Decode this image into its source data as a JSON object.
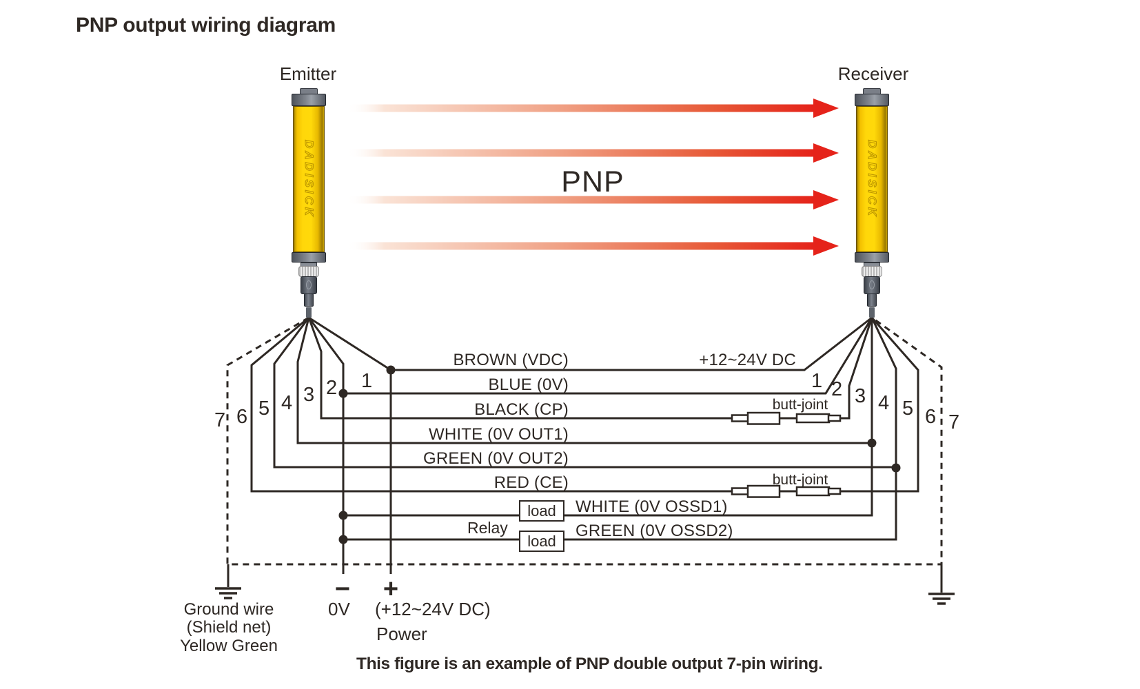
{
  "title": "PNP output wiring diagram",
  "emitter": {
    "label": "Emitter",
    "brand": "DADISICK"
  },
  "receiver": {
    "label": "Receiver",
    "brand": "DADISICK"
  },
  "beam_label": "PNP",
  "colors": {
    "beam_red": "#e5231a",
    "device_yellow": "#ffd70a",
    "line": "#2e2824"
  },
  "supply_label": "+12~24V DC",
  "wire_labels": {
    "brown": "BROWN (VDC)",
    "blue": "BLUE (0V)",
    "black": "BLACK (CP)",
    "white_out1": "WHITE (0V OUT1)",
    "green_out2": "GREEN (0V OUT2)",
    "red_ce": "RED (CE)",
    "white_ossd1": "WHITE (0V OSSD1)",
    "green_ossd2": "GREEN (0V OSSD2)"
  },
  "butt_joint_top": "butt-joint",
  "butt_joint_bottom": "butt-joint",
  "relay_label": "Relay",
  "load_top": "load",
  "load_bottom": "load",
  "pins_left": [
    "7",
    "6",
    "5",
    "4",
    "3",
    "2",
    "1"
  ],
  "pins_right": [
    "1",
    "2",
    "3",
    "4",
    "5",
    "6",
    "7"
  ],
  "power": {
    "minus": "−",
    "plus": "+",
    "zero_v": "0V",
    "range": "(+12~24V DC)",
    "label": "Power"
  },
  "ground": {
    "line1": "Ground wire",
    "line2": "(Shield net)",
    "line3": "Yellow Green"
  },
  "caption": "This figure is an example of PNP double output 7-pin wiring."
}
